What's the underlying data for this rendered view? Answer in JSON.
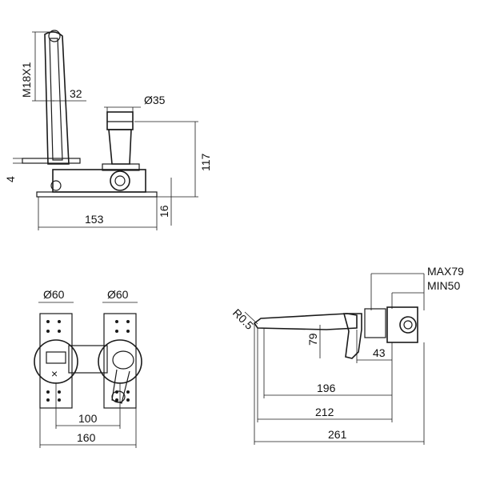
{
  "views": {
    "side": {
      "thread_label": "M18X1",
      "spout_width_label": "32",
      "handle_diameter_label": "Ø35",
      "height_label": "117",
      "plate_thickness_label": "4",
      "base_height_label": "16",
      "overall_width_label": "153"
    },
    "front": {
      "left_diameter_label": "Ø60",
      "right_diameter_label": "Ø60",
      "centers_label": "100",
      "overall_width_label": "160"
    },
    "profile": {
      "radius_label": "R0.5",
      "max_depth_label": "MAX79",
      "min_depth_label": "MIN50",
      "spout_height_label": "79",
      "body_depth_label": "43",
      "reach_label": "196",
      "length_label": "212",
      "overall_length_label": "261"
    }
  }
}
